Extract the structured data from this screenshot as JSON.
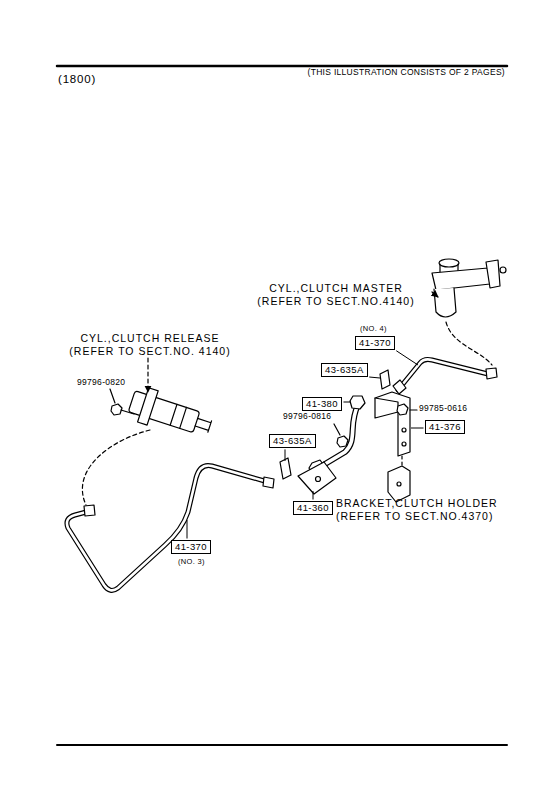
{
  "diagram": {
    "nodes": [
      {
        "text": [
          "41-370"
        ]
      },
      {
        "text": [
          "43-635A"
        ]
      },
      {
        "text": [
          "41-380"
        ]
      },
      {
        "text": [
          "41-376"
        ]
      },
      {
        "text": [
          "43-635A"
        ]
      },
      {
        "text": [
          "41-360"
        ]
      },
      {
        "text": [
          "41-370"
        ]
      }
    ],
    "labels": [
      "(THIS ILLUSTRATION CONSISTS OF 2 PAGES)",
      "(1800)",
      "CYL.,CLUTCH MASTER (REFER TO SECT.NO.4140)",
      "(NO. 4)",
      "CYL.,CLUTCH RELEASE (REFER TO SECT.NO. 4140)",
      "99796-0820",
      "99785-0616",
      "99796-0816",
      "BRACKET,CLUTCH HOLDER (REFER TO SECT.NO.4370)",
      "(NO. 3)"
    ]
  }
}
